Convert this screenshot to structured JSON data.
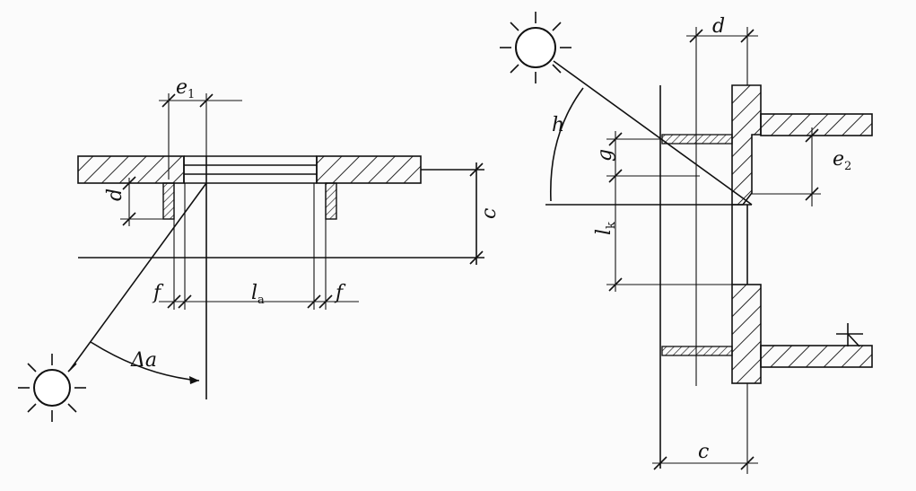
{
  "left_diagram": {
    "label_e": "e",
    "label_e_sub": "1",
    "label_d": "d",
    "label_c": "c",
    "label_f_left": "f",
    "label_f_right": "f",
    "label_l": "l",
    "label_l_sub": "a",
    "label_angle": "Δa"
  },
  "right_diagram": {
    "label_d": "d",
    "label_h": "h",
    "label_e": "e",
    "label_e_sub": "2",
    "label_g": "g",
    "label_l": "l",
    "label_l_sub": "k",
    "label_c": "c"
  },
  "colors": {
    "ink": "#111111",
    "paper": "#fbfbfb"
  },
  "icons": [
    "sun-icon-left",
    "sun-icon-right",
    "hatch-pattern"
  ]
}
